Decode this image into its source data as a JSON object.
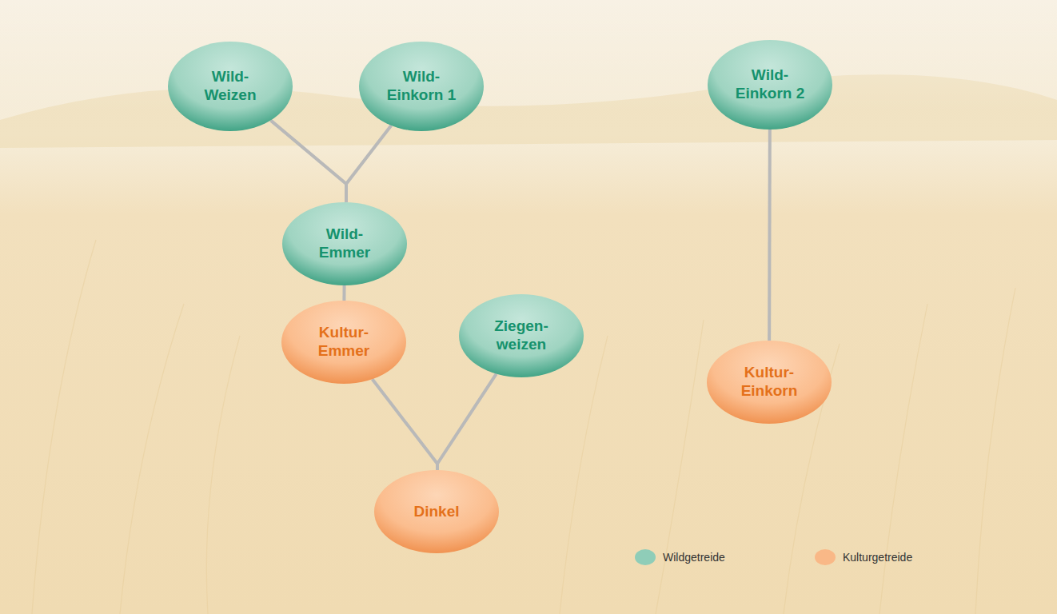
{
  "diagram": {
    "nodes": [
      {
        "text": [
          "Wild- Weizen"
        ]
      },
      {
        "text": [
          "Wild- Einkorn 1"
        ]
      },
      {
        "text": [
          "Wild- Einkorn 2"
        ]
      },
      {
        "text": [
          "Wild- Emmer"
        ]
      },
      {
        "text": [
          "Kultur- Emmer"
        ]
      },
      {
        "text": [
          "Ziegen- weizen"
        ]
      },
      {
        "text": [
          "Kultur- Einkorn"
        ]
      },
      {
        "text": [
          "Dinkel"
        ]
      }
    ],
    "edges": [
      {
        "from": 0,
        "to": 3,
        "arrow": "none"
      },
      {
        "from": 1,
        "to": 3,
        "arrow": "none"
      },
      {
        "from": 3,
        "to": 4,
        "arrow": "none"
      },
      {
        "from": 4,
        "to": 7,
        "arrow": "none"
      },
      {
        "from": 5,
        "to": 7,
        "arrow": "none"
      },
      {
        "from": 2,
        "to": 6,
        "arrow": "none"
      }
    ],
    "legend": [
      {
        "text": "Wildgetreide",
        "color": "#8fcdb8"
      },
      {
        "text": "Kulturgetreide",
        "color": "#f9b887"
      }
    ]
  }
}
